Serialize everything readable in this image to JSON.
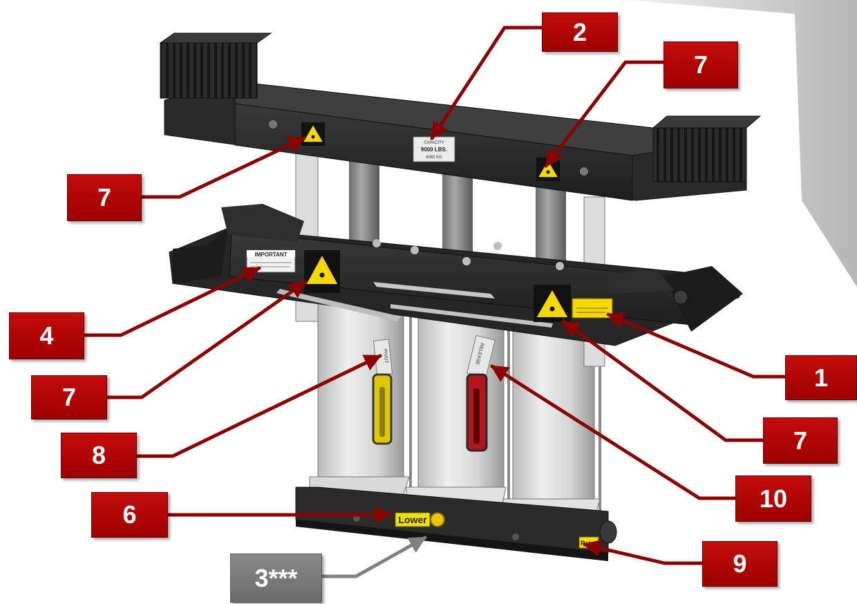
{
  "callouts": [
    {
      "id": "c2",
      "label": "2",
      "style": "red"
    },
    {
      "id": "c7a",
      "label": "7",
      "style": "red"
    },
    {
      "id": "c7b",
      "label": "7",
      "style": "red"
    },
    {
      "id": "c4",
      "label": "4",
      "style": "red"
    },
    {
      "id": "c7c",
      "label": "7",
      "style": "red"
    },
    {
      "id": "c1",
      "label": "1",
      "style": "red"
    },
    {
      "id": "c7d",
      "label": "7",
      "style": "red"
    },
    {
      "id": "c8",
      "label": "8",
      "style": "red"
    },
    {
      "id": "c10",
      "label": "10",
      "style": "red"
    },
    {
      "id": "c6",
      "label": "6",
      "style": "red"
    },
    {
      "id": "c9",
      "label": "9",
      "style": "red"
    },
    {
      "id": "c3",
      "label": "3***",
      "style": "gray"
    }
  ],
  "decals": {
    "capacity_line1": "CAPACITY",
    "capacity_line2": "9000 LBS.",
    "capacity_line3": "4082 KG",
    "important": "IMPORTANT",
    "pivot": "PIVOT",
    "release": "RELEASE",
    "lower": "Lower",
    "raise": "Raise"
  },
  "colors": {
    "callout_red": "#b30000",
    "callout_gray": "#7a7a7a",
    "leader_red": "#8b0000",
    "leader_gray": "#808080",
    "warning_yellow": "#f5d800",
    "body_black": "#2a2a2a",
    "cylinder_gray": "#d8d8d8"
  }
}
